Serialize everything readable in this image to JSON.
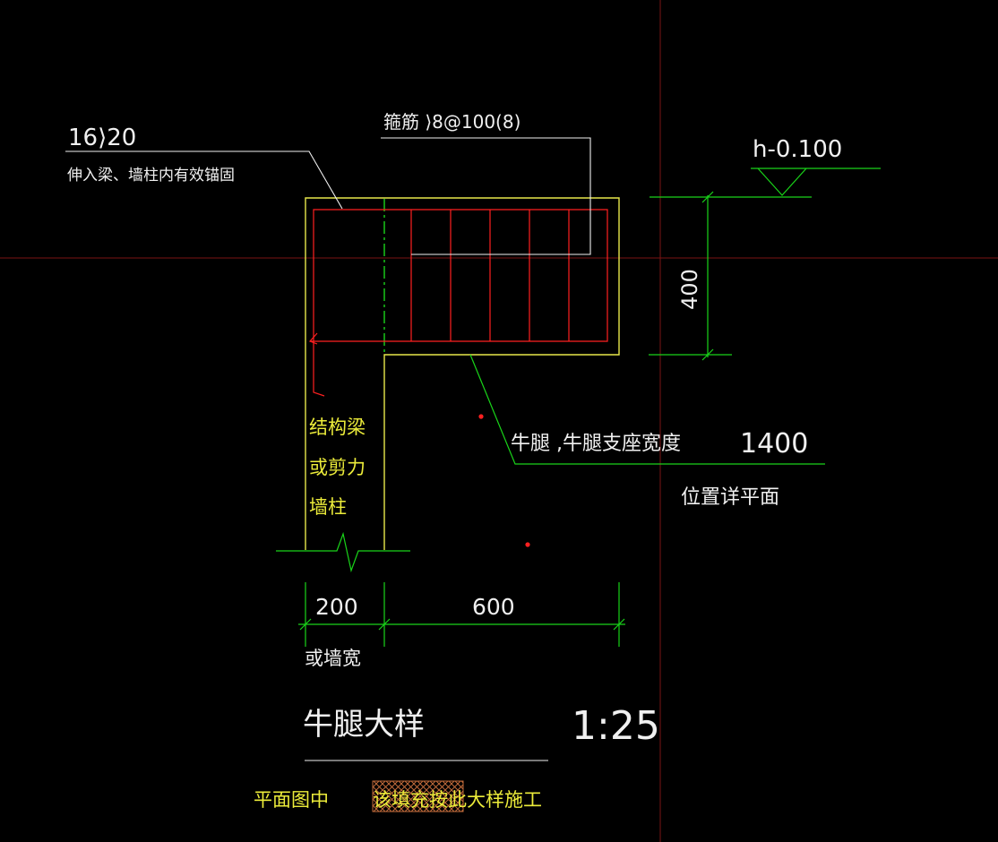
{
  "colors": {
    "background": "#000000",
    "crosshair": "#7a1414",
    "outline_yellow": "#e8e84a",
    "rebar_red": "#ff2020",
    "dimension_green": "#19d419",
    "leader_white": "#f0f0f0",
    "label_yellow": "#ecec3a",
    "hatch_orange": "#c06a3a"
  },
  "annotations": {
    "rebar_spec": "16⟩20",
    "rebar_note": "伸入梁、墙柱内有效锚固",
    "stirrup_spec": "箍筋 ⟩8@100(8)",
    "elevation": "h-0.100",
    "structure_note": [
      "结构梁",
      "或剪力",
      "墙柱"
    ],
    "corbel_note": "牛腿  ,牛腿支座宽度",
    "corbel_width": "1400",
    "location_note": "位置详平面"
  },
  "dimensions": {
    "height": "400",
    "wall_width": "200",
    "corbel_length": "600",
    "wall_width_note": "或墙宽"
  },
  "title_block": {
    "title": "牛腿大样",
    "scale": "1:25"
  },
  "footer": {
    "prefix": "平面图中",
    "suffix": "该填充按此大样施工"
  }
}
